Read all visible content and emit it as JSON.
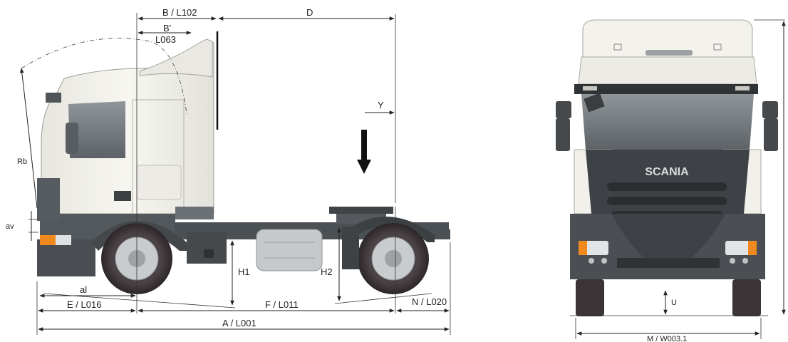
{
  "side_view": {
    "labels": {
      "B": "B / L102",
      "Bprime": "B'",
      "L063": "L063",
      "D": "D",
      "Y": "Y",
      "Rb": "Rb",
      "av": "av",
      "al": "al",
      "E": "E / L016",
      "F": "F / L011",
      "N": "N / L020",
      "A": "A / L001",
      "H1": "H1",
      "H2": "H2"
    }
  },
  "front_view": {
    "brand": "SCANIA",
    "labels": {
      "U": "U",
      "M": "M / W003.1"
    }
  },
  "colors": {
    "cab": "#f1f0ea",
    "chassis": "#555a5e",
    "grille": "#3e4246",
    "tire": "#3a3436",
    "hub": "#c9ccce",
    "dim_line": "#222222"
  }
}
